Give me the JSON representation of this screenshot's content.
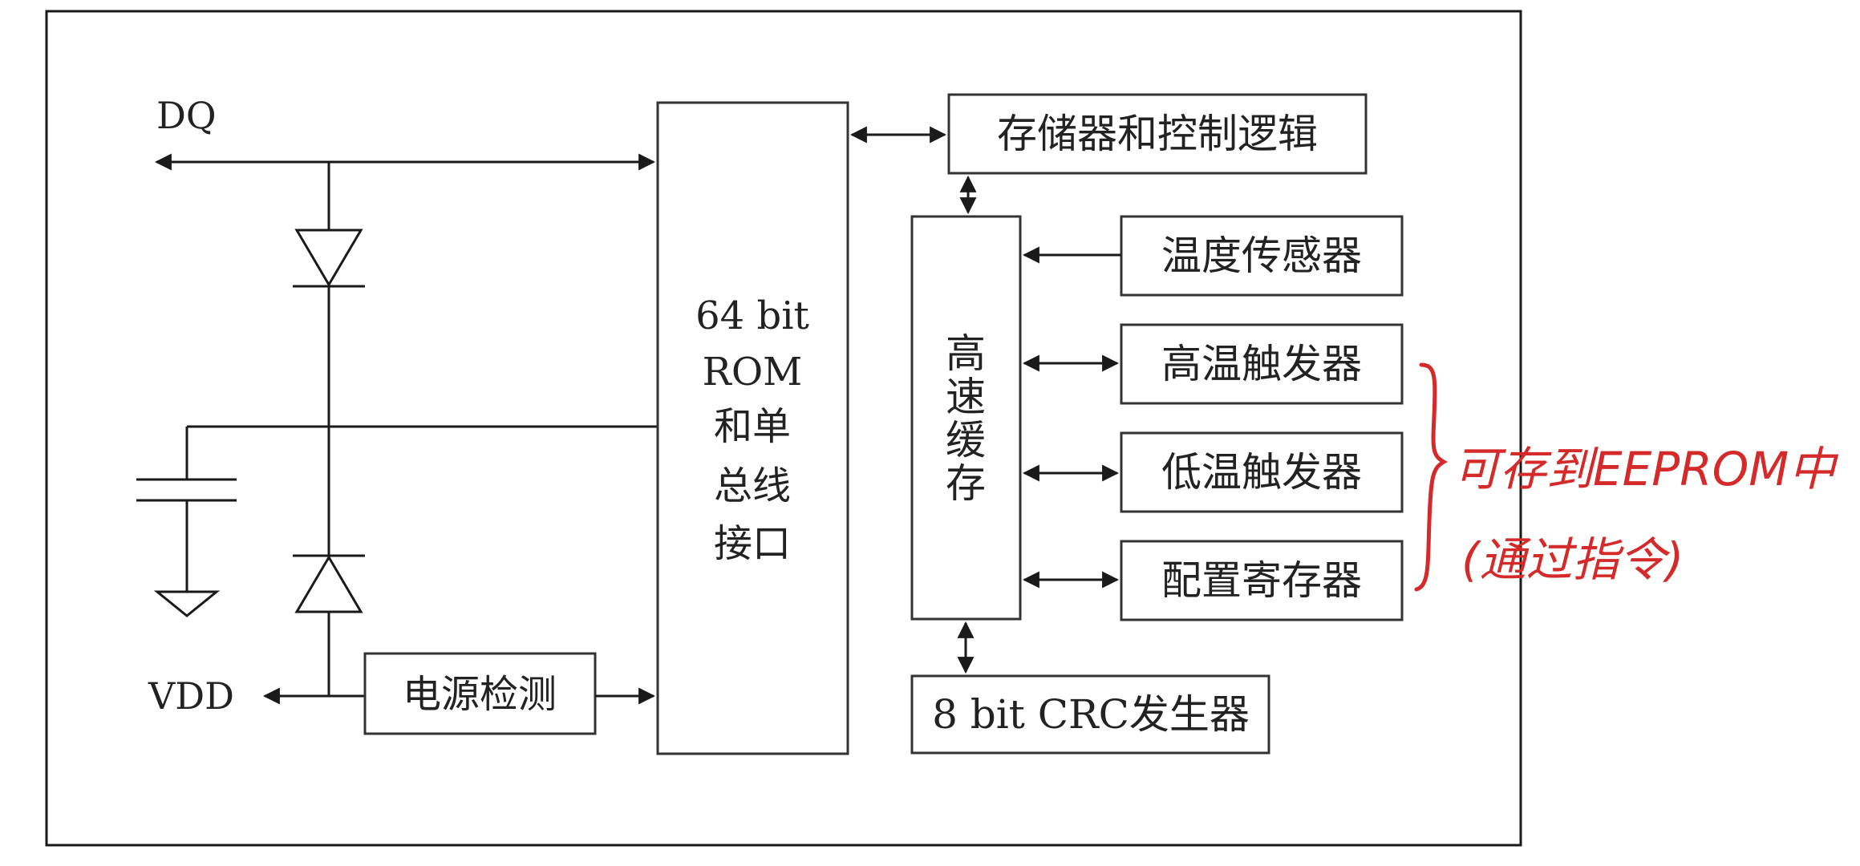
{
  "labels": {
    "dq": "DQ",
    "vdd": "VDD",
    "power_detect": "电源检测",
    "rom_line1": "64 bit",
    "rom_line2": "ROM",
    "rom_line3": "和单",
    "rom_line4": "总线",
    "rom_line5": "接口",
    "memory_control": "存储器和控制逻辑",
    "scratchpad_1": "高",
    "scratchpad_2": "速",
    "scratchpad_3": "缓",
    "scratchpad_4": "存",
    "temp_sensor": "温度传感器",
    "high_trigger": "高温触发器",
    "low_trigger": "低温触发器",
    "config_register": "配置寄存器",
    "crc_generator": "8 bit CRC发生器"
  },
  "annotation": {
    "line1": "可存到EEPROM中",
    "line2": "(通过指令)",
    "color": "#d42a2a"
  },
  "colors": {
    "line": "#1a1a1a",
    "box_border": "#333333"
  }
}
